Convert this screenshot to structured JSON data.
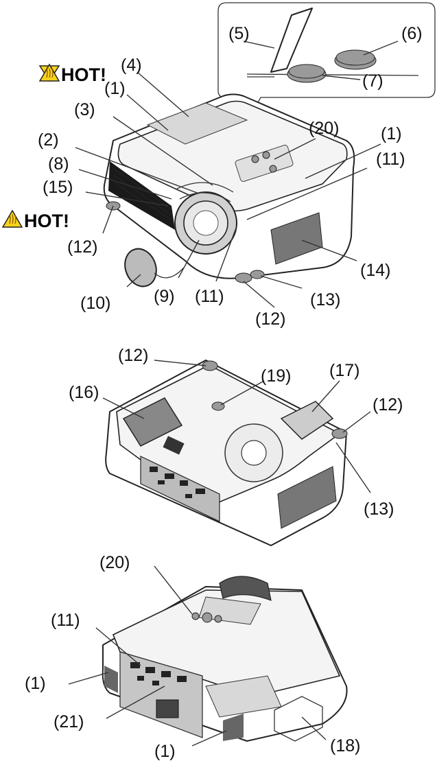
{
  "warning_label": "HOT!",
  "callouts": {
    "upper": [
      "(5)",
      "(6)",
      "(7)",
      "(4)",
      "(1)",
      "(3)",
      "(20)",
      "(1)",
      "(2)",
      "(11)",
      "(8)",
      "(15)",
      "(12)",
      "(14)",
      "(10)",
      "(9)",
      "(11)",
      "(13)",
      "(12)"
    ],
    "middle": [
      "(12)",
      "(19)",
      "(17)",
      "(16)",
      "(12)",
      "(13)"
    ],
    "lower": [
      "(20)",
      "(11)",
      "(1)",
      "(21)",
      "(18)",
      "(1)"
    ]
  },
  "colors": {
    "warning_yellow": "#f6d21c",
    "outline": "#222222",
    "text": "#111111"
  },
  "icons": [
    "hot-surface-warning-icon"
  ]
}
